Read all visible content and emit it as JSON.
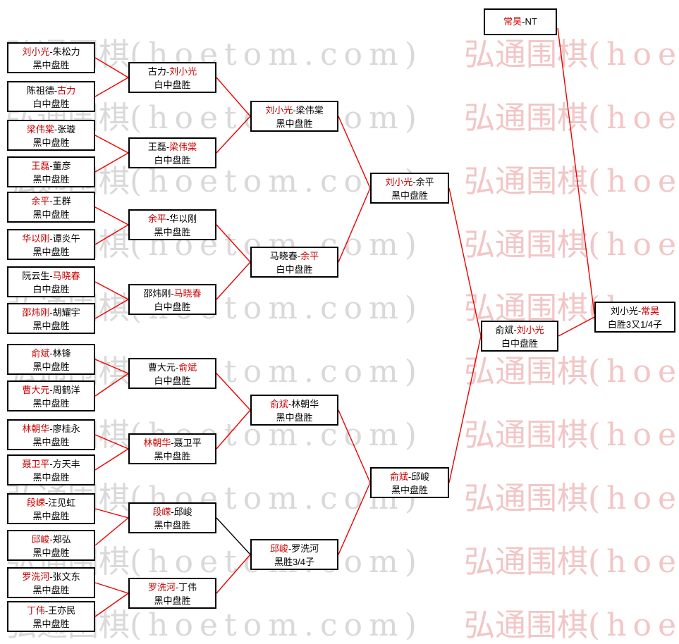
{
  "watermark": {
    "cjk": "弘通围棋",
    "latin": "(hoetom.com)",
    "gray_color": "#d9d9d9",
    "pink_color": "#f2c6c6"
  },
  "separator": "-",
  "colors": {
    "winner_red": "#cc0000",
    "player_black": "#000000",
    "line_red": "#ee0000",
    "line_black": "#000000",
    "box_border": "#000000",
    "background": "#ffffff"
  },
  "rounds": {
    "r1": [
      {
        "p1": "刘小光",
        "c1": "#cc0000",
        "p2": "朱松力",
        "c2": "#000000",
        "res": "黑中盘胜"
      },
      {
        "p1": "陈祖德",
        "c1": "#000000",
        "p2": "古力",
        "c2": "#cc0000",
        "res": "白中盘胜"
      },
      {
        "p1": "梁伟棠",
        "c1": "#cc0000",
        "p2": "张璇",
        "c2": "#000000",
        "res": "黑中盘胜"
      },
      {
        "p1": "王磊",
        "c1": "#cc0000",
        "p2": "董彦",
        "c2": "#000000",
        "res": "黑中盘胜"
      },
      {
        "p1": "余平",
        "c1": "#cc0000",
        "p2": "王群",
        "c2": "#000000",
        "res": "黑中盘胜"
      },
      {
        "p1": "华以刚",
        "c1": "#cc0000",
        "p2": "谭炎午",
        "c2": "#000000",
        "res": "黑中盘胜"
      },
      {
        "p1": "阮云生",
        "c1": "#000000",
        "p2": "马晓春",
        "c2": "#cc0000",
        "res": "白中盘胜"
      },
      {
        "p1": "邵炜刚",
        "c1": "#cc0000",
        "p2": "胡耀宇",
        "c2": "#000000",
        "res": "黑中盘胜"
      },
      {
        "p1": "俞斌",
        "c1": "#cc0000",
        "p2": "林锋",
        "c2": "#000000",
        "res": "黑中盘胜"
      },
      {
        "p1": "曹大元",
        "c1": "#cc0000",
        "p2": "周鹤洋",
        "c2": "#000000",
        "res": "黑中盘胜"
      },
      {
        "p1": "林朝华",
        "c1": "#cc0000",
        "p2": "廖桂永",
        "c2": "#000000",
        "res": "黑中盘胜"
      },
      {
        "p1": "聂卫平",
        "c1": "#cc0000",
        "p2": "方天丰",
        "c2": "#000000",
        "res": "黑中盘胜"
      },
      {
        "p1": "段嵘",
        "c1": "#cc0000",
        "p2": "汪见虹",
        "c2": "#000000",
        "res": "黑中盘胜"
      },
      {
        "p1": "邱峻",
        "c1": "#cc0000",
        "p2": "郑弘",
        "c2": "#000000",
        "res": "黑中盘胜"
      },
      {
        "p1": "罗洗河",
        "c1": "#cc0000",
        "p2": "张文东",
        "c2": "#000000",
        "res": "黑中盘胜"
      },
      {
        "p1": "丁伟",
        "c1": "#cc0000",
        "p2": "王亦民",
        "c2": "#000000",
        "res": "黑中盘胜"
      }
    ],
    "r2": [
      {
        "p1": "古力",
        "c1": "#000000",
        "p2": "刘小光",
        "c2": "#cc0000",
        "res": "白中盘胜"
      },
      {
        "p1": "王磊",
        "c1": "#000000",
        "p2": "梁伟棠",
        "c2": "#cc0000",
        "res": "白中盘胜"
      },
      {
        "p1": "余平",
        "c1": "#cc0000",
        "p2": "华以刚",
        "c2": "#000000",
        "res": "黑中盘胜"
      },
      {
        "p1": "邵炜刚",
        "c1": "#000000",
        "p2": "马晓春",
        "c2": "#cc0000",
        "res": "白中盘胜"
      },
      {
        "p1": "曹大元",
        "c1": "#000000",
        "p2": "俞斌",
        "c2": "#cc0000",
        "res": "白中盘胜"
      },
      {
        "p1": "林朝华",
        "c1": "#cc0000",
        "p2": "聂卫平",
        "c2": "#000000",
        "res": "黑中盘胜"
      },
      {
        "p1": "段嵘",
        "c1": "#cc0000",
        "p2": "邱峻",
        "c2": "#000000",
        "res": "黑中盘胜"
      },
      {
        "p1": "罗洗河",
        "c1": "#cc0000",
        "p2": "丁伟",
        "c2": "#000000",
        "res": "黑中盘胜"
      }
    ],
    "r3": [
      {
        "p1": "刘小光",
        "c1": "#cc0000",
        "p2": "梁伟棠",
        "c2": "#000000",
        "res": "黑中盘胜"
      },
      {
        "p1": "马晓春",
        "c1": "#000000",
        "p2": "余平",
        "c2": "#cc0000",
        "res": "白中盘胜"
      },
      {
        "p1": "俞斌",
        "c1": "#cc0000",
        "p2": "林朝华",
        "c2": "#000000",
        "res": "黑中盘胜"
      },
      {
        "p1": "邱峻",
        "c1": "#cc0000",
        "p2": "罗洗河",
        "c2": "#000000",
        "res": "黑胜3/4子"
      }
    ],
    "sf": [
      {
        "p1": "刘小光",
        "c1": "#cc0000",
        "p2": "余平",
        "c2": "#000000",
        "res": "黑中盘胜"
      },
      {
        "p1": "俞斌",
        "c1": "#cc0000",
        "p2": "邱峻",
        "c2": "#000000",
        "res": "黑中盘胜"
      }
    ],
    "final": {
      "p1": "俞斌",
      "c1": "#000000",
      "p2": "刘小光",
      "c2": "#cc0000",
      "res": "白中盘胜"
    },
    "holder": {
      "p1": "常昊",
      "c1": "#cc0000",
      "p2": "NT",
      "c2": "#000000"
    },
    "title_match": {
      "p1": "刘小光",
      "c1": "#000000",
      "p2": "常昊",
      "c2": "#cc0000",
      "res": "白胜3又1/4子"
    }
  }
}
